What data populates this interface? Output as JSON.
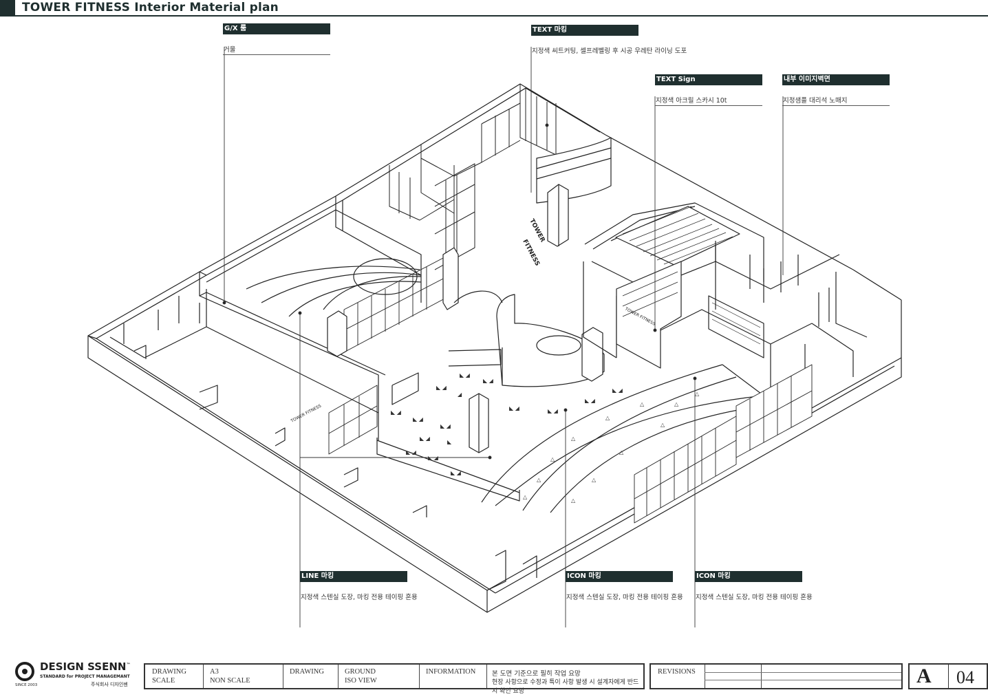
{
  "title": "TOWER FITNESS Interior Material plan",
  "callouts": [
    {
      "id": "gx",
      "head": "G/X 룸",
      "desc": "거울"
    },
    {
      "id": "text-marking",
      "head": "TEXT 마킹",
      "desc": "지정색 씨트커팅, 셀프레벨링 후 시공 우레탄 라이닝 도포"
    },
    {
      "id": "text-sign",
      "head": "TEXT Sign",
      "desc": "지정색 아크릴 스카시 10t"
    },
    {
      "id": "wall",
      "head": "내부 이미지벽면",
      "desc": "지정샘플 대리석 노매지"
    },
    {
      "id": "line",
      "head": "LINE 마킹",
      "desc": "지정색 스텐실 도장, 마킹 전용 테이핑 혼용"
    },
    {
      "id": "icon1",
      "head": "ICON 마킹",
      "desc": "지정색 스텐실 도장, 마킹 전용 테이핑 혼용"
    },
    {
      "id": "icon2",
      "head": "ICON 마킹",
      "desc": "지정색 스텐실 도장, 마킹 전용 테이핑 혼용"
    }
  ],
  "logo": {
    "name": "DESIGN SSENN",
    "tm": "™",
    "tagline": "STANDARD for PROJECT MANAGEMANT",
    "korean": "주식회사 디자인쎈",
    "since": "SINCE 2003"
  },
  "title_block": {
    "drawing_scale_l1": "DRAWING",
    "drawing_scale_l2": "SCALE",
    "scale_l1": "A3",
    "scale_l2": "NON SCALE",
    "drawing_l1": "DRAWING",
    "ground_l1": "GROUND",
    "ground_l2": "ISO VIEW",
    "information": "INFORMATION",
    "info_l1": "본 도면 기준으로 필히 작업 요망",
    "info_l2": "현장 사항으로 수정과 특이 사항 발생 시 설계자에게 반드시 확인 요망",
    "revisions": "REVISIONS"
  },
  "sheet": {
    "letter": "A",
    "number": "04"
  },
  "floor_sign": "TOWER FITNESS"
}
